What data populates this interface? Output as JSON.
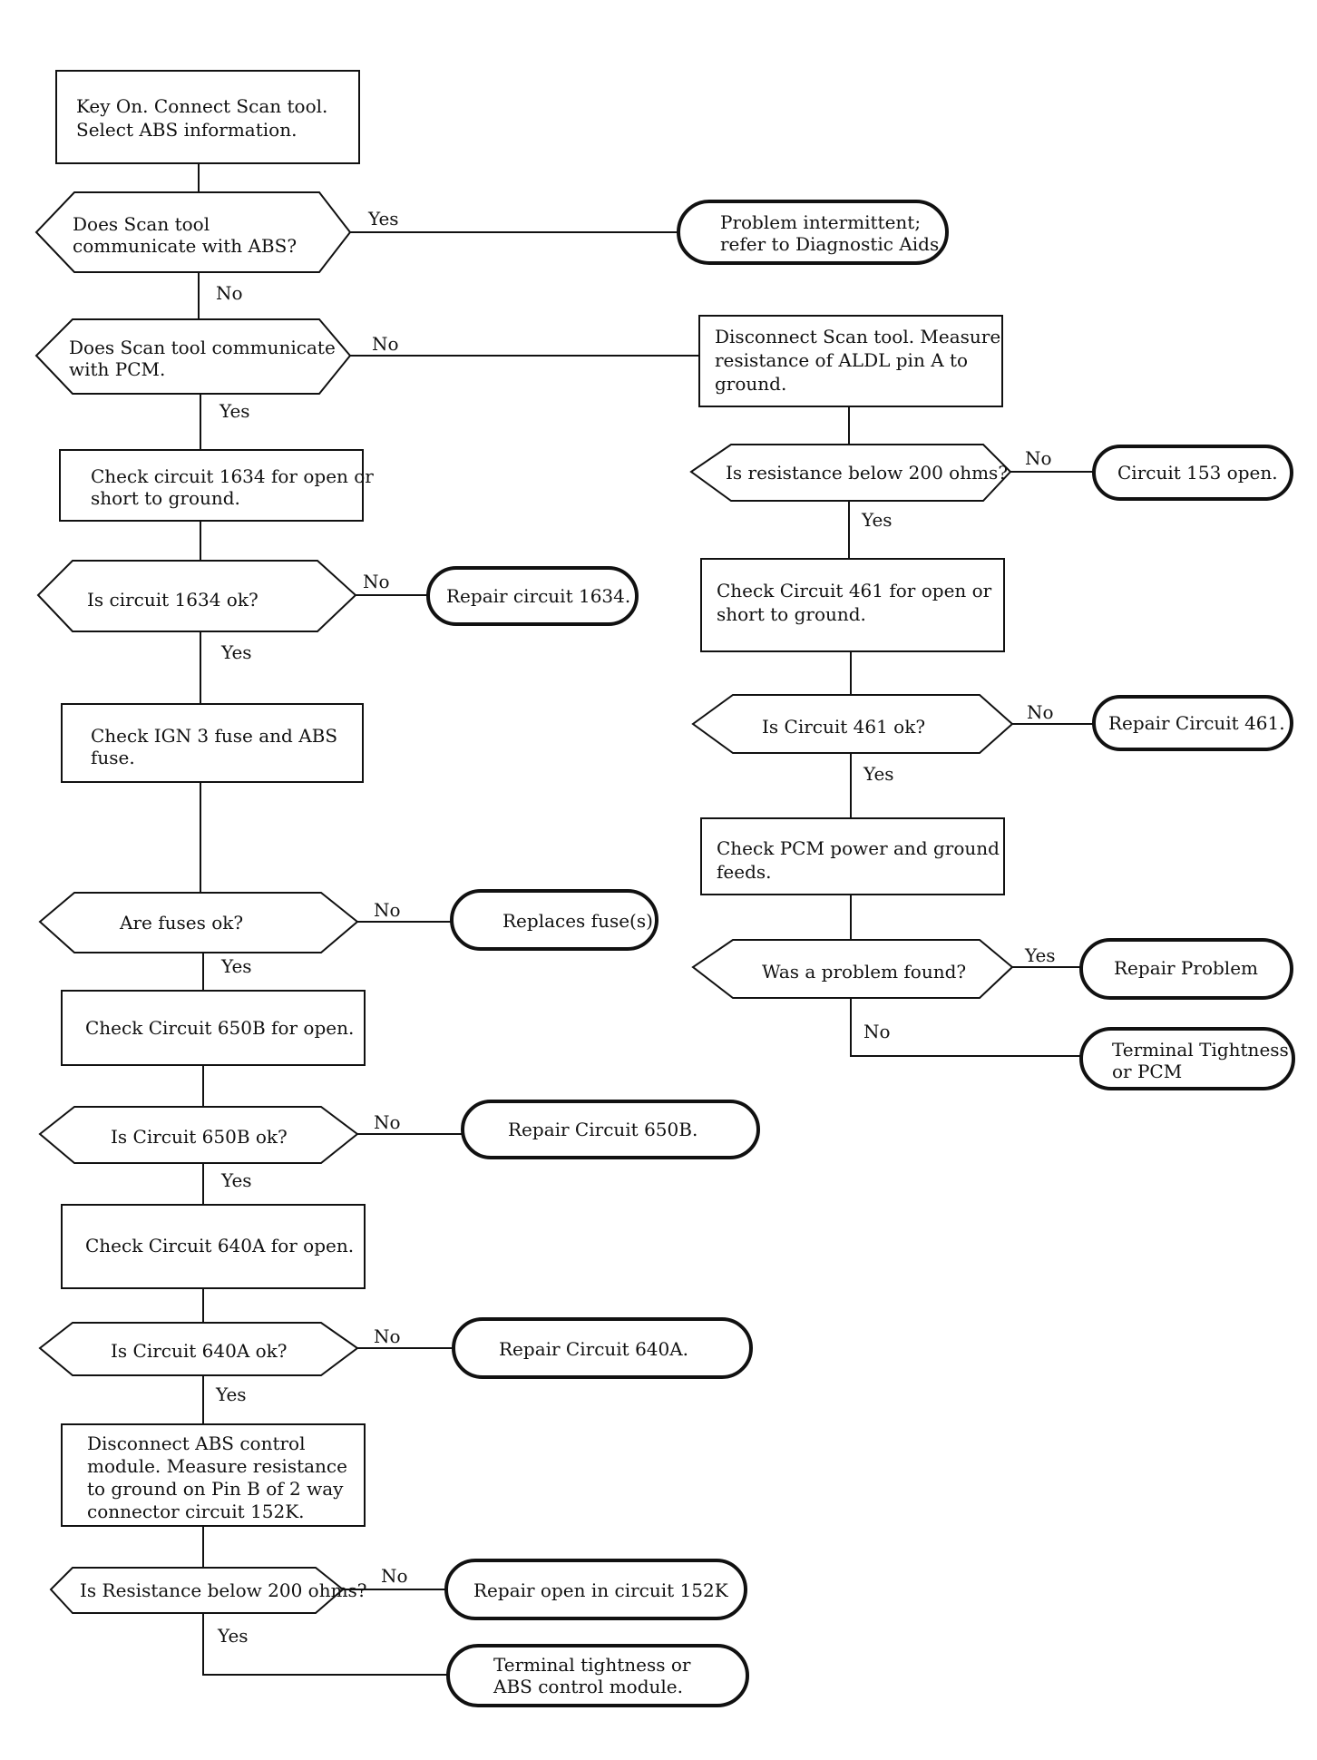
{
  "flowchart": {
    "start": {
      "lines": [
        "Key On. Connect Scan tool.",
        "Select ABS information."
      ]
    },
    "q_scan_abs": {
      "lines": [
        "Does Scan tool",
        "communicate with ABS?"
      ],
      "yes_label": "Yes",
      "no_label": "No"
    },
    "end_intermittent": {
      "lines": [
        "Problem intermittent;",
        "refer to Diagnostic Aids."
      ]
    },
    "q_scan_pcm": {
      "lines": [
        "Does Scan tool communicate",
        "with PCM."
      ],
      "yes_label": "Yes",
      "no_label": "No"
    },
    "check_1634": {
      "lines": [
        "Check circuit 1634 for open or",
        "short to ground."
      ]
    },
    "q_1634": {
      "lines": [
        "Is circuit 1634 ok?"
      ],
      "yes_label": "Yes",
      "no_label": "No"
    },
    "end_repair_1634": {
      "lines": [
        "Repair circuit 1634."
      ]
    },
    "check_fuses": {
      "lines": [
        "Check IGN 3 fuse and ABS",
        "fuse."
      ]
    },
    "q_fuses": {
      "lines": [
        "Are fuses ok?"
      ],
      "yes_label": "Yes",
      "no_label": "No"
    },
    "end_replace_fuse": {
      "lines": [
        "Replaces  fuse(s)."
      ]
    },
    "check_650b": {
      "lines": [
        "Check Circuit 650B for open."
      ]
    },
    "q_650b": {
      "lines": [
        "Is Circuit 650B ok?"
      ],
      "yes_label": "Yes",
      "no_label": "No"
    },
    "end_repair_650b": {
      "lines": [
        "Repair Circuit 650B."
      ]
    },
    "check_640a": {
      "lines": [
        "Check Circuit 640A for open."
      ]
    },
    "q_640a": {
      "lines": [
        "Is Circuit 640A ok?"
      ],
      "yes_label": "Yes",
      "no_label": "No"
    },
    "end_repair_640a": {
      "lines": [
        "Repair Circuit 640A."
      ]
    },
    "disconnect_abs": {
      "lines": [
        "Disconnect ABS control",
        "module. Measure resistance",
        "to ground on Pin B of 2 way",
        "connector circuit 152K."
      ]
    },
    "q_res_152k": {
      "lines": [
        "Is Resistance below 200 ohms?"
      ],
      "yes_label": "Yes",
      "no_label": "No"
    },
    "end_repair_152k": {
      "lines": [
        "Repair open in circuit 152K"
      ]
    },
    "end_abs_module": {
      "lines": [
        "Terminal tightness or",
        "ABS control module."
      ]
    },
    "disconnect_scan": {
      "lines": [
        "Disconnect Scan tool. Measure",
        "resistance of ALDL pin A to",
        "ground."
      ]
    },
    "q_res_aldl": {
      "lines": [
        "Is resistance below 200 ohms?"
      ],
      "yes_label": "Yes",
      "no_label": "No"
    },
    "end_153_open": {
      "lines": [
        "Circuit 153 open."
      ]
    },
    "check_461": {
      "lines": [
        "Check Circuit 461 for open or",
        "short to ground."
      ]
    },
    "q_461": {
      "lines": [
        "Is Circuit 461 ok?"
      ],
      "yes_label": "Yes",
      "no_label": "No"
    },
    "end_repair_461": {
      "lines": [
        "Repair Circuit 461."
      ]
    },
    "check_pcm_power": {
      "lines": [
        "Check PCM power and ground",
        "feeds."
      ]
    },
    "q_problem_found": {
      "lines": [
        "Was a problem found?"
      ],
      "yes_label": "Yes",
      "no_label": "No"
    },
    "end_repair_problem": {
      "lines": [
        "Repair Problem"
      ]
    },
    "end_terminal_pcm": {
      "lines": [
        "Terminal Tightness",
        "or PCM"
      ]
    }
  }
}
